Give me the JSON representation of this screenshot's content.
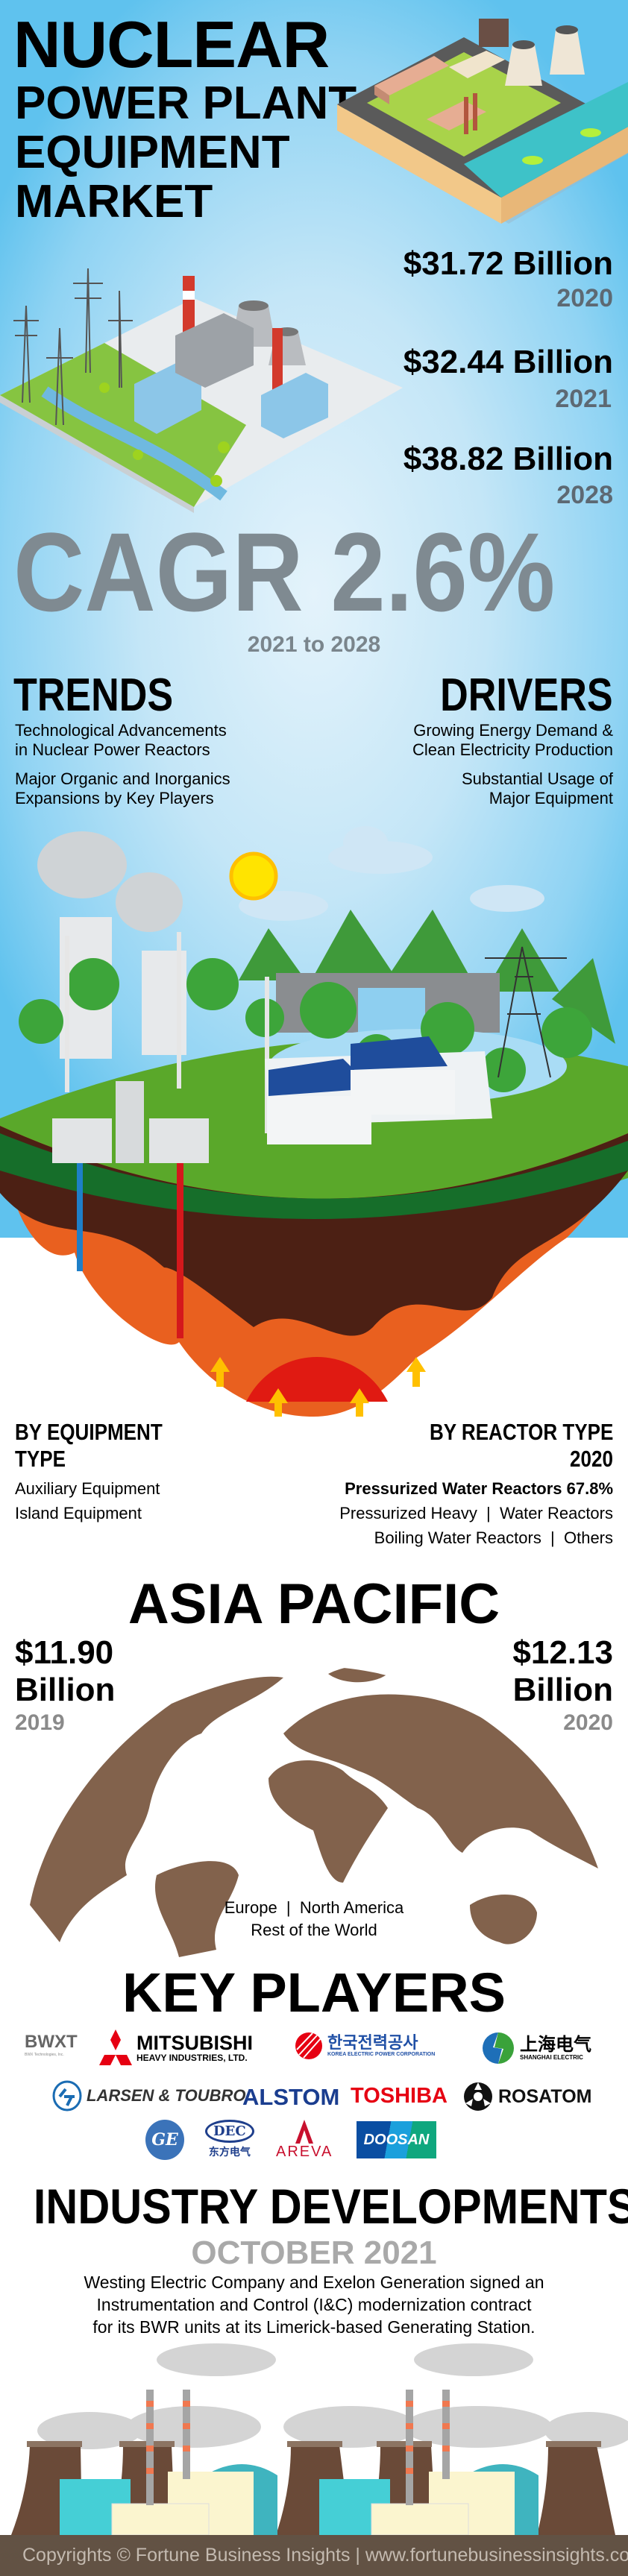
{
  "header": {
    "title_line1": "NUCLEAR",
    "title_line2": "POWER PLANT",
    "title_line3": "EQUIPMENT",
    "title_line4": "MARKET"
  },
  "market_size": [
    {
      "value": "$31.72 Billion",
      "year": "2020"
    },
    {
      "value": "$32.44 Billion",
      "year": "2021"
    },
    {
      "value": "$38.82 Billion",
      "year": "2028"
    }
  ],
  "cagr": {
    "label": "CAGR 2.6%",
    "period": "2021 to 2028"
  },
  "trends": {
    "title": "TRENDS",
    "items": [
      {
        "line1": "Technological Advancements",
        "line2": "in Nuclear Power Reactors"
      },
      {
        "line1": "Major Organic and Inorganics",
        "line2": "Expansions by Key Players"
      }
    ]
  },
  "drivers": {
    "title": "DRIVERS",
    "items": [
      {
        "line1": "Growing Energy Demand &",
        "line2": "Clean Electricity Production"
      },
      {
        "line1": "Substantial Usage of",
        "line2": "Major Equipment"
      }
    ]
  },
  "by_equipment": {
    "title_line1": "BY EQUIPMENT",
    "title_line2": "TYPE",
    "items": [
      "Auxiliary Equipment",
      "Island Equipment"
    ]
  },
  "by_reactor": {
    "title_line1": "BY REACTOR TYPE",
    "title_line2": "2020",
    "highlight": "Pressurized Water Reactors 67.8%",
    "line2": "Pressurized Heavy  |  Water Reactors",
    "line3": "Boiling Water Reactors  |  Others"
  },
  "region": {
    "title": "ASIA PACIFIC",
    "left": {
      "value": "$11.90",
      "unit": "Billion",
      "year": "2019"
    },
    "right": {
      "value": "$12.13",
      "unit": "Billion",
      "year": "2020"
    },
    "others_line1": "Europe  |  North America",
    "others_line2": "Rest of the World"
  },
  "key_players": {
    "title": "KEY PLAYERS",
    "logos": {
      "bwxt": "BWXT",
      "bwxt_sub": "BWX Technologies, Inc.",
      "mitsubishi": "MITSUBISHI",
      "mitsubishi_sub": "HEAVY INDUSTRIES, LTD.",
      "kepco": "한국전력공사",
      "kepco_sub": "KOREA ELECTRIC POWER CORPORATION",
      "shanghai": "上海电气",
      "shanghai_sub": "SHANGHAI ELECTRIC",
      "lt": "LARSEN & TOUBRO",
      "alstom": "ALSTOM",
      "toshiba": "TOSHIBA",
      "rosatom": "ROSATOM",
      "ge": "GE",
      "dec": "DEC",
      "dec_sub": "东方电气",
      "areva": "AREVA",
      "doosan": "DOOSAN"
    }
  },
  "developments": {
    "title": "INDUSTRY DEVELOPMENTS",
    "date": "OCTOBER 2021",
    "line1": "Westing Electric Company and Exelon Generation signed an",
    "line2": "Instrumentation and Control (I&C) modernization contract",
    "line3": "for its BWR units at its Limerick-based Generating Station."
  },
  "footer": {
    "text": "Copyrights © Fortune Business Insights | www.fortunebusinessinsights.com"
  },
  "colors": {
    "title": "#000000",
    "cagr": "#7f8a91",
    "year_gray": "#5d6973",
    "continents": "#82624c",
    "footer_bg": "#625244",
    "lava": "#e5331b"
  },
  "icons": [
    "nuclear-plant-illustration",
    "power-plant-illustration",
    "renewable-landscape-illustration",
    "world-globe-illustration",
    "factory-illustration",
    "fbi-logo-icon"
  ]
}
